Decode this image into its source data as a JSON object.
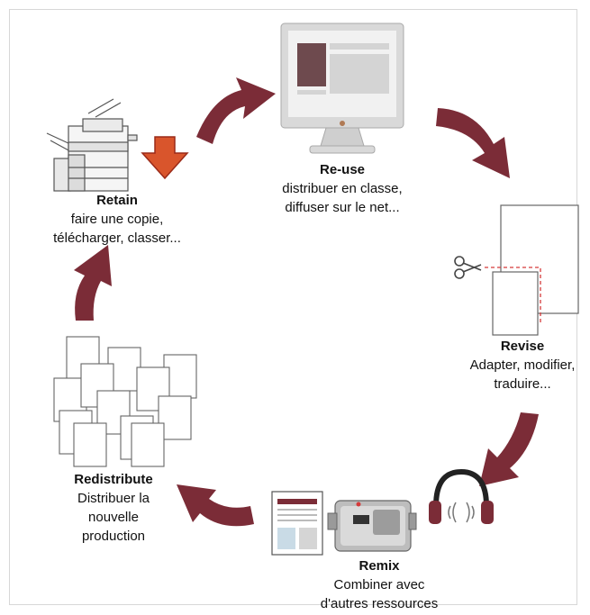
{
  "colors": {
    "arrow": "#7b2c37",
    "screen_block": "#6e4a4e",
    "screen_panel": "#d4d4d4",
    "download_arrow": "#d9552c",
    "dashed_cut": "#d53a3a",
    "paper_border": "#666666"
  },
  "icons": {
    "retain": "copier-icon",
    "retain_action": "download-arrow-icon",
    "reuse": "monitor-icon",
    "revise": "scissors-paper-icon",
    "remix": "headphones-camera-document-icon",
    "redistribute": "stack-of-papers-icon"
  },
  "steps": {
    "reuse": {
      "title": "Re-use",
      "lines": [
        "distribuer en classe,",
        "diffuser sur le net..."
      ]
    },
    "revise": {
      "title": "Revise",
      "lines": [
        "Adapter, modifier,",
        "traduire..."
      ]
    },
    "remix": {
      "title": "Remix",
      "lines": [
        "Combiner avec",
        "d'autres ressources"
      ]
    },
    "redistribute": {
      "title": "Redistribute",
      "lines": [
        "Distribuer la",
        "nouvelle",
        "production"
      ]
    },
    "retain": {
      "title": "Retain",
      "lines": [
        "faire une copie,",
        "télécharger, classer..."
      ]
    }
  }
}
